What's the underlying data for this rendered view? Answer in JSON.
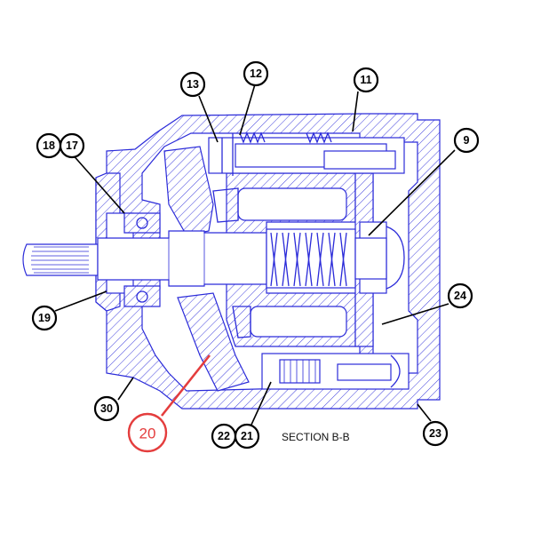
{
  "diagram": {
    "section_label": "SECTION B-B",
    "callouts": [
      {
        "id": "c-11",
        "label": "11"
      },
      {
        "id": "c-12",
        "label": "12"
      },
      {
        "id": "c-13",
        "label": "13"
      },
      {
        "id": "c-9",
        "label": "9"
      },
      {
        "id": "c-18",
        "label": "18"
      },
      {
        "id": "c-17",
        "label": "17"
      },
      {
        "id": "c-19",
        "label": "19"
      },
      {
        "id": "c-24",
        "label": "24"
      },
      {
        "id": "c-30",
        "label": "30"
      },
      {
        "id": "c-22",
        "label": "22"
      },
      {
        "id": "c-21",
        "label": "21"
      },
      {
        "id": "c-23",
        "label": "23"
      }
    ],
    "highlight": {
      "label": "20"
    },
    "colors": {
      "line": "#2b2bd9",
      "callout": "#000000",
      "highlight": "#e43d3d"
    }
  }
}
